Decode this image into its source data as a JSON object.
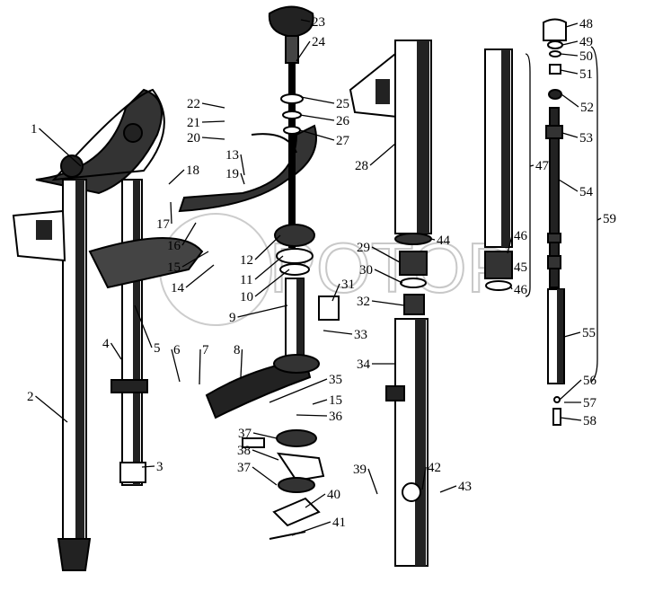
{
  "watermark": "POTOP",
  "callouts": {
    "c1": "1",
    "c2": "2",
    "c3": "3",
    "c4": "4",
    "c5": "5",
    "c6": "6",
    "c7": "7",
    "c8": "8",
    "c9": "9",
    "c10": "10",
    "c11": "11",
    "c12": "12",
    "c13": "13",
    "c14": "14",
    "c15": "15",
    "c16": "16",
    "c17": "17",
    "c18": "18",
    "c19": "19",
    "c20": "20",
    "c21": "21",
    "c22": "22",
    "c23": "23",
    "c24": "24",
    "c25": "25",
    "c26": "26",
    "c27": "27",
    "c28": "28",
    "c29": "29",
    "c30": "30",
    "c31": "31",
    "c32": "32",
    "c33": "33",
    "c34": "34",
    "c35": "35",
    "c36": "36",
    "c37": "37",
    "c38": "38",
    "c37b": "37",
    "c39": "39",
    "c40": "40",
    "c41": "41",
    "c42": "42",
    "c43": "43",
    "c44": "44",
    "c45": "45",
    "c46": "46",
    "c46b": "46",
    "c47": "47",
    "c48": "48",
    "c49": "49",
    "c50": "50",
    "c51": "51",
    "c52": "52",
    "c53": "53",
    "c54": "54",
    "c55": "55",
    "c56": "56",
    "c57": "57",
    "c58": "58",
    "c59": "59",
    "c15b": "15"
  }
}
